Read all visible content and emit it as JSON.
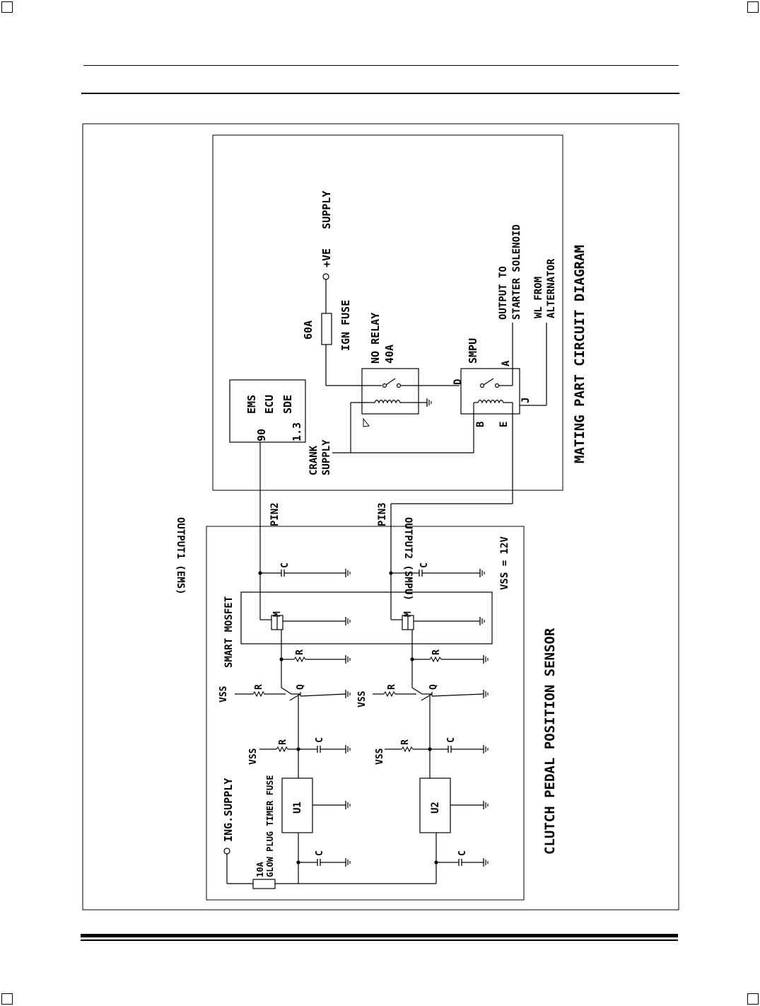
{
  "mating": {
    "title": "MATING PART CIRCUIT DIAGRAM",
    "supply": "+VE   SUPPLY",
    "fuse_rating": "60A",
    "fuse_name": "IGN FUSE",
    "relay_name": "NO RELAY",
    "relay_rating": "40A",
    "smpu": "SMPU",
    "output_starter_1": "OUTPUT TO",
    "output_starter_2": "STARTER SOLENOID",
    "wl_1": "WL FROM",
    "wl_2": "ALTERNATOR",
    "ecu_1": "EMS",
    "ecu_2": "ECU",
    "ecu_3": "SDE",
    "ecu_pin": "90",
    "ecu_ver": "1.3",
    "crank_1": "CRANK",
    "crank_2": "SUPPLY",
    "pin_d": "D",
    "pin_a": "A",
    "pin_b": "B",
    "pin_e": "E",
    "pin_j": "J"
  },
  "sensor": {
    "title": "CLUTCH PEDAL POSITION SENSOR",
    "output1": "OUTPUT1 (EMS)",
    "output2": "OUTPUT2 (SMPU)",
    "pin2": "PIN2",
    "pin3": "PIN3",
    "vss_eq": "VSS = 12V",
    "smart_mosfet": "SMART MOSFET",
    "ing_supply": "ING.SUPPLY",
    "fuse_rating": "10A",
    "fuse_name": "GLOW PLUG TIMER FUSE",
    "vss": "VSS",
    "r": "R",
    "c": "C",
    "q": "Q",
    "m": "M",
    "u1": "U1",
    "u2": "U2"
  }
}
